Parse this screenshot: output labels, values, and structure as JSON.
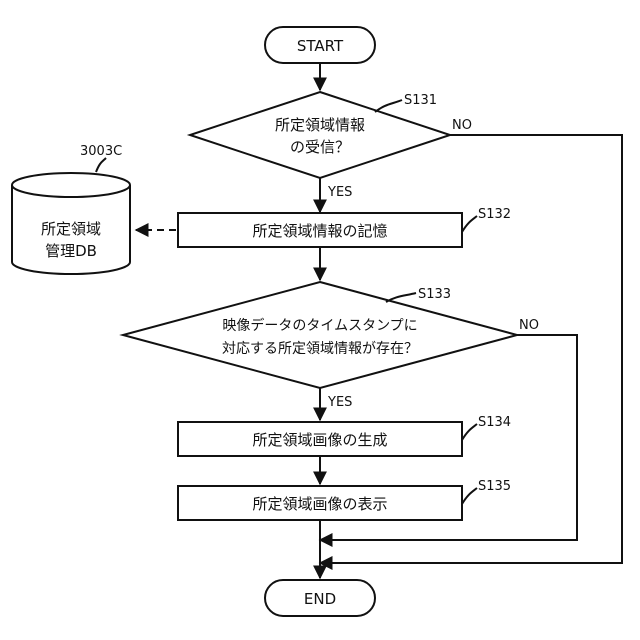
{
  "flowchart": {
    "start_label": "START",
    "end_label": "END",
    "database": {
      "id": "3003C",
      "label_line1": "所定領域",
      "label_line2": "管理DB"
    },
    "steps": {
      "s131": {
        "id": "S131",
        "line1": "所定領域情報",
        "line2": "の受信？",
        "yes_label": "YES",
        "no_label": "NO"
      },
      "s132": {
        "id": "S132",
        "text": "所定領域情報の記憶"
      },
      "s133": {
        "id": "S133",
        "line1": "映像データのタイムスタンプに",
        "line2": "対応する所定領域情報が存在？",
        "yes_label": "YES",
        "no_label": "NO"
      },
      "s134": {
        "id": "S134",
        "text": "所定領域画像の生成"
      },
      "s135": {
        "id": "S135",
        "text": "所定領域画像の表示"
      }
    }
  }
}
